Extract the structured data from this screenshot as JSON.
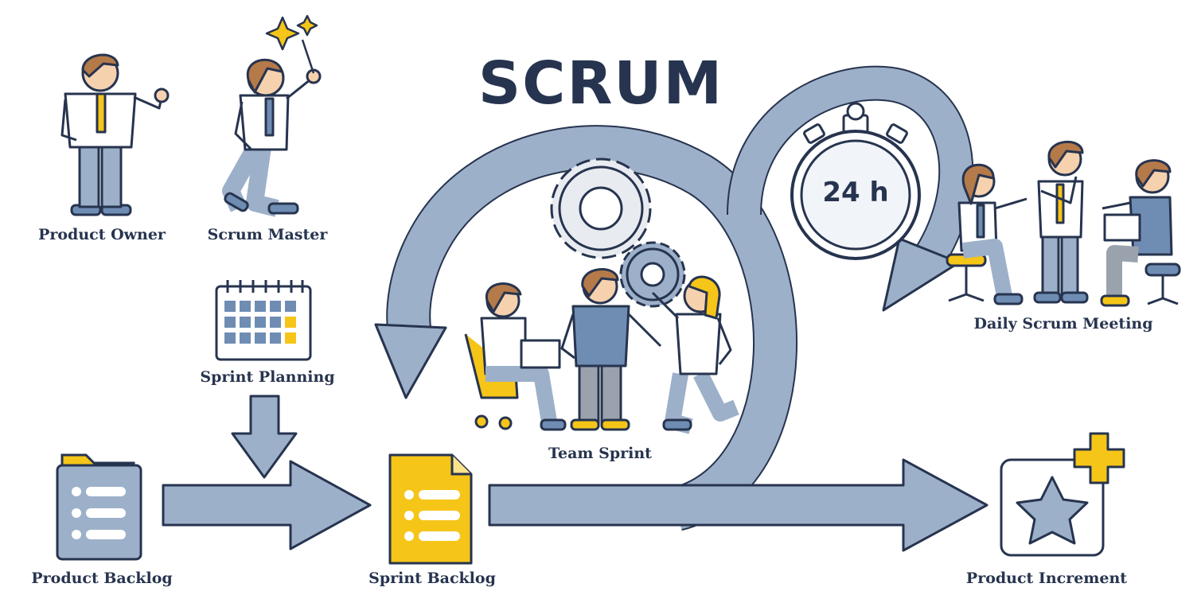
{
  "title": "SCRUM",
  "timer": "24 h",
  "roles": {
    "product_owner": "Product Owner",
    "scrum_master": "Scrum Master"
  },
  "stages": {
    "sprint_planning": "Sprint Planning",
    "product_backlog": "Product Backlog",
    "sprint_backlog": "Sprint Backlog",
    "team_sprint": "Team Sprint",
    "daily_scrum": "Daily Scrum Meeting",
    "product_increment": "Product Increment"
  },
  "colors": {
    "outline": "#27344f",
    "arrow": "#9db0c9",
    "accent": "#f5c518",
    "skin": "#f6d1ae",
    "hair": "#b57a49",
    "pants": "#9db0c9"
  }
}
